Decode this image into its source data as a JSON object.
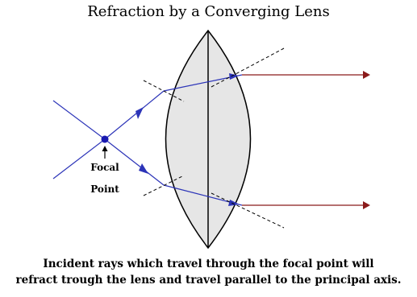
{
  "title": "Refraction by a Converging Lens",
  "focal_label_line1": "Focal",
  "focal_label_line2": "Point",
  "caption_line1": "Incident rays which travel through the focal point will",
  "caption_line2": "refract trough the lens and travel parallel to the principal axis.",
  "colors": {
    "lens_fill": "#e6e6e6",
    "lens_stroke": "#000000",
    "incident_ray": "#2c34b8",
    "refracted_ray": "#8b1a1a",
    "normal_line": "#000000",
    "focal_point": "#1a1ab0"
  }
}
